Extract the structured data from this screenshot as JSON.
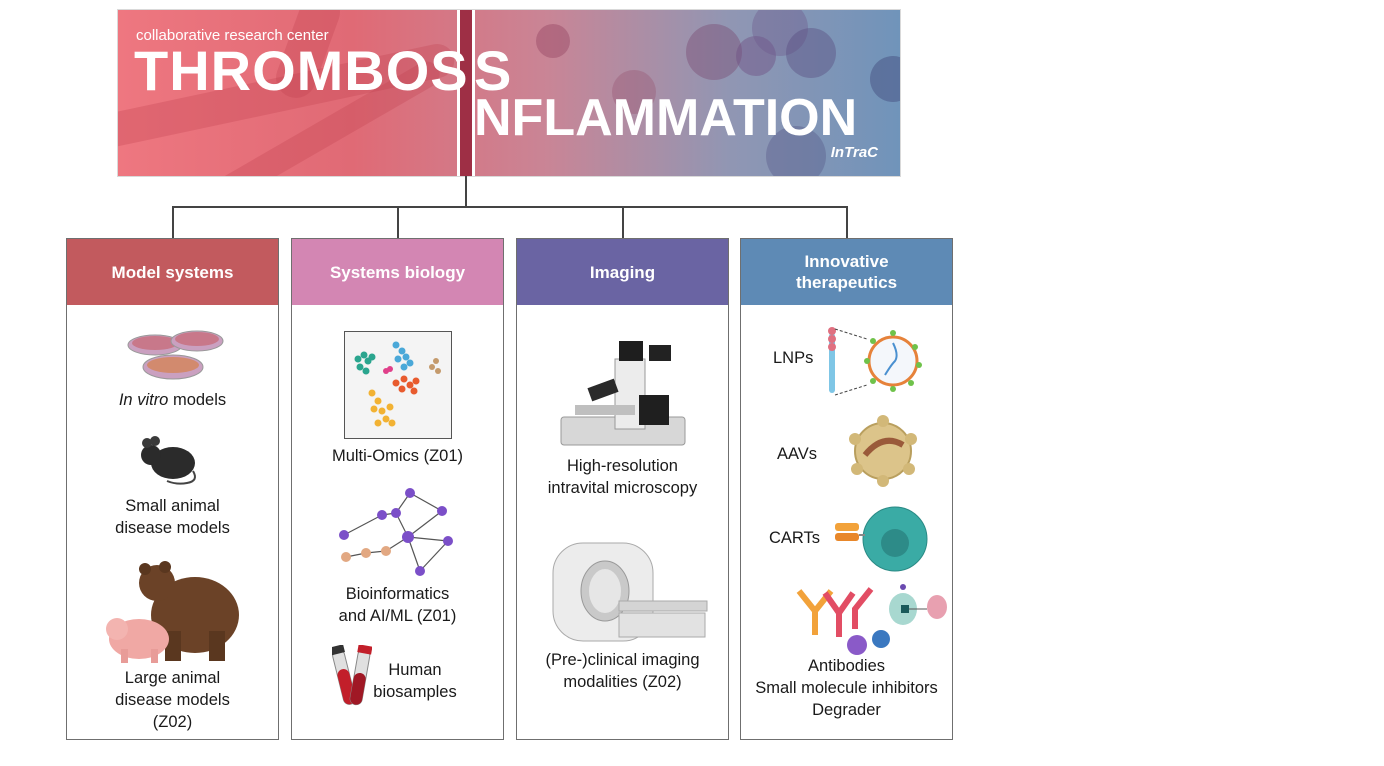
{
  "banner": {
    "subtitle": "collaborative research center",
    "title_left": "THROMBOS",
    "title_right": "S",
    "title_bottom": "NFLAMMATION",
    "tag": "InTraC",
    "colors": {
      "left": "#ee7780",
      "right": "#7094ba",
      "divider": "#9e2f45"
    }
  },
  "columns": [
    {
      "header": "Model systems",
      "color": "#c25a5e",
      "items": [
        {
          "icon": "petri-dish-icon",
          "label_italic": "In vitro",
          "label": " models"
        },
        {
          "icon": "mouse-icon",
          "label": "Small animal\ndisease models"
        },
        {
          "icon": "bear-pig-icon",
          "label": "Large animal\ndisease models\n(Z02)"
        }
      ]
    },
    {
      "header": "Systems biology",
      "color": "#d386b3",
      "items": [
        {
          "icon": "cluster-plot-icon",
          "label": "Multi-Omics (Z01)"
        },
        {
          "icon": "network-graph-icon",
          "label": "Bioinformatics\nand AI/ML (Z01)"
        },
        {
          "icon": "blood-tubes-icon",
          "label": "Human\nbiosamples"
        }
      ]
    },
    {
      "header": "Imaging",
      "color": "#6a64a3",
      "items": [
        {
          "icon": "microscope-icon",
          "label": "High-resolution\nintravital microscopy"
        },
        {
          "icon": "mri-scanner-icon",
          "label": "(Pre-)clinical imaging\nmodalities (Z02)"
        }
      ]
    },
    {
      "header": "Innovative\ntherapeutics",
      "color": "#5e8ab5",
      "items": [
        {
          "icon": "lnp-icon",
          "label": "LNPs"
        },
        {
          "icon": "aav-icon",
          "label": "AAVs"
        },
        {
          "icon": "cart-cell-icon",
          "label": "CARTs"
        },
        {
          "icon": "antibody-icon",
          "label": "Antibodies\nSmall molecule inhibitors\nDegrader"
        }
      ]
    }
  ]
}
